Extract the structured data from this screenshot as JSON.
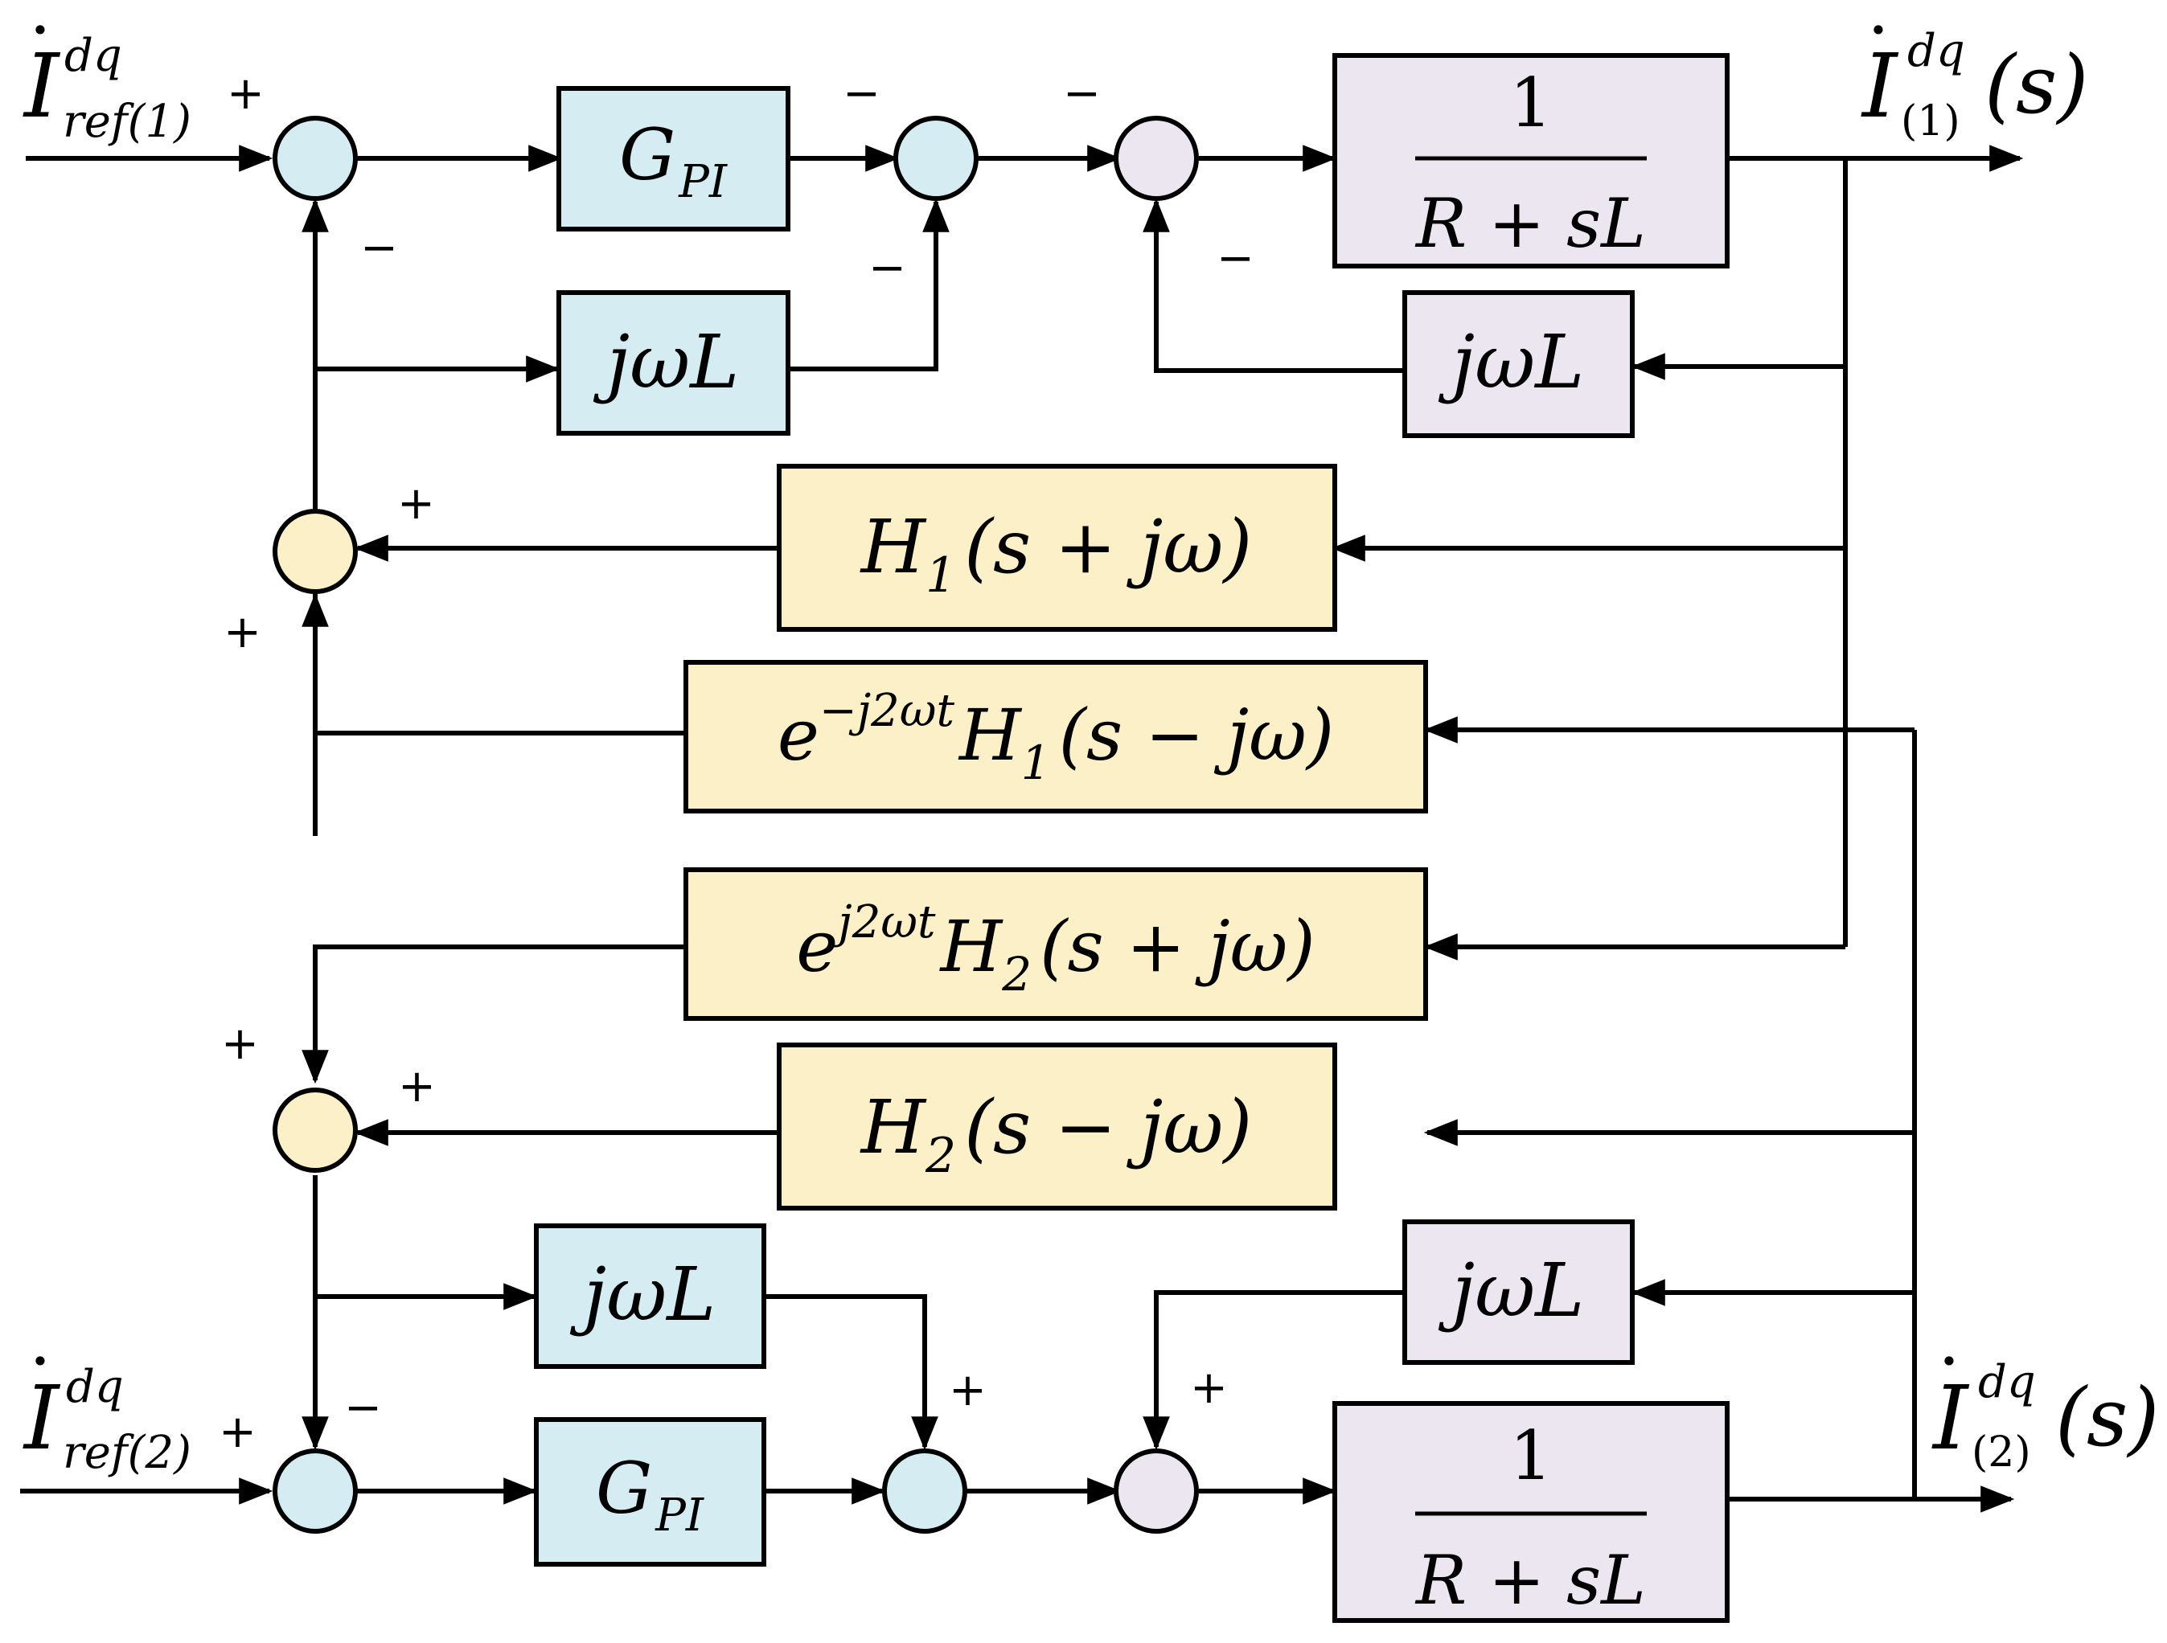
{
  "colors": {
    "forward": "#d5ecf2",
    "plant": "#ece6f0",
    "filter": "#fbf0c7",
    "line": "#000000"
  },
  "signals": {
    "ref1": {
      "base": "I",
      "dot": "·",
      "sup": "dq",
      "sub": "ref(1)"
    },
    "ref2": {
      "base": "I",
      "dot": "·",
      "sup": "dq",
      "sub": "ref(2)"
    },
    "out1": {
      "base": "I",
      "dot": "·",
      "sup": "dq",
      "sub": "(1)",
      "arg": "(s)"
    },
    "out2": {
      "base": "I",
      "dot": "·",
      "sup": "dq",
      "sub": "(2)",
      "arg": "(s)"
    }
  },
  "blocks": {
    "gpi": {
      "base": "G",
      "sub": "PI"
    },
    "jwl": "jωL",
    "plant": {
      "num": "1",
      "den": "R + sL"
    },
    "h1_plus": {
      "base": "H",
      "sub": "1",
      "arg": "(s + jω)"
    },
    "h1_minus": {
      "pre": "e",
      "pre_sup": "−j2ωt",
      "base": "H",
      "sub": "1",
      "arg": "(s − jω)"
    },
    "h2_plus": {
      "pre": "e",
      "pre_sup": "j2ωt",
      "base": "H",
      "sub": "2",
      "arg": "(s + jω)"
    },
    "h2_minus": {
      "base": "H",
      "sub": "2",
      "arg": "(s − jω)"
    }
  },
  "signs": {
    "plus": "+",
    "minus": "−"
  }
}
